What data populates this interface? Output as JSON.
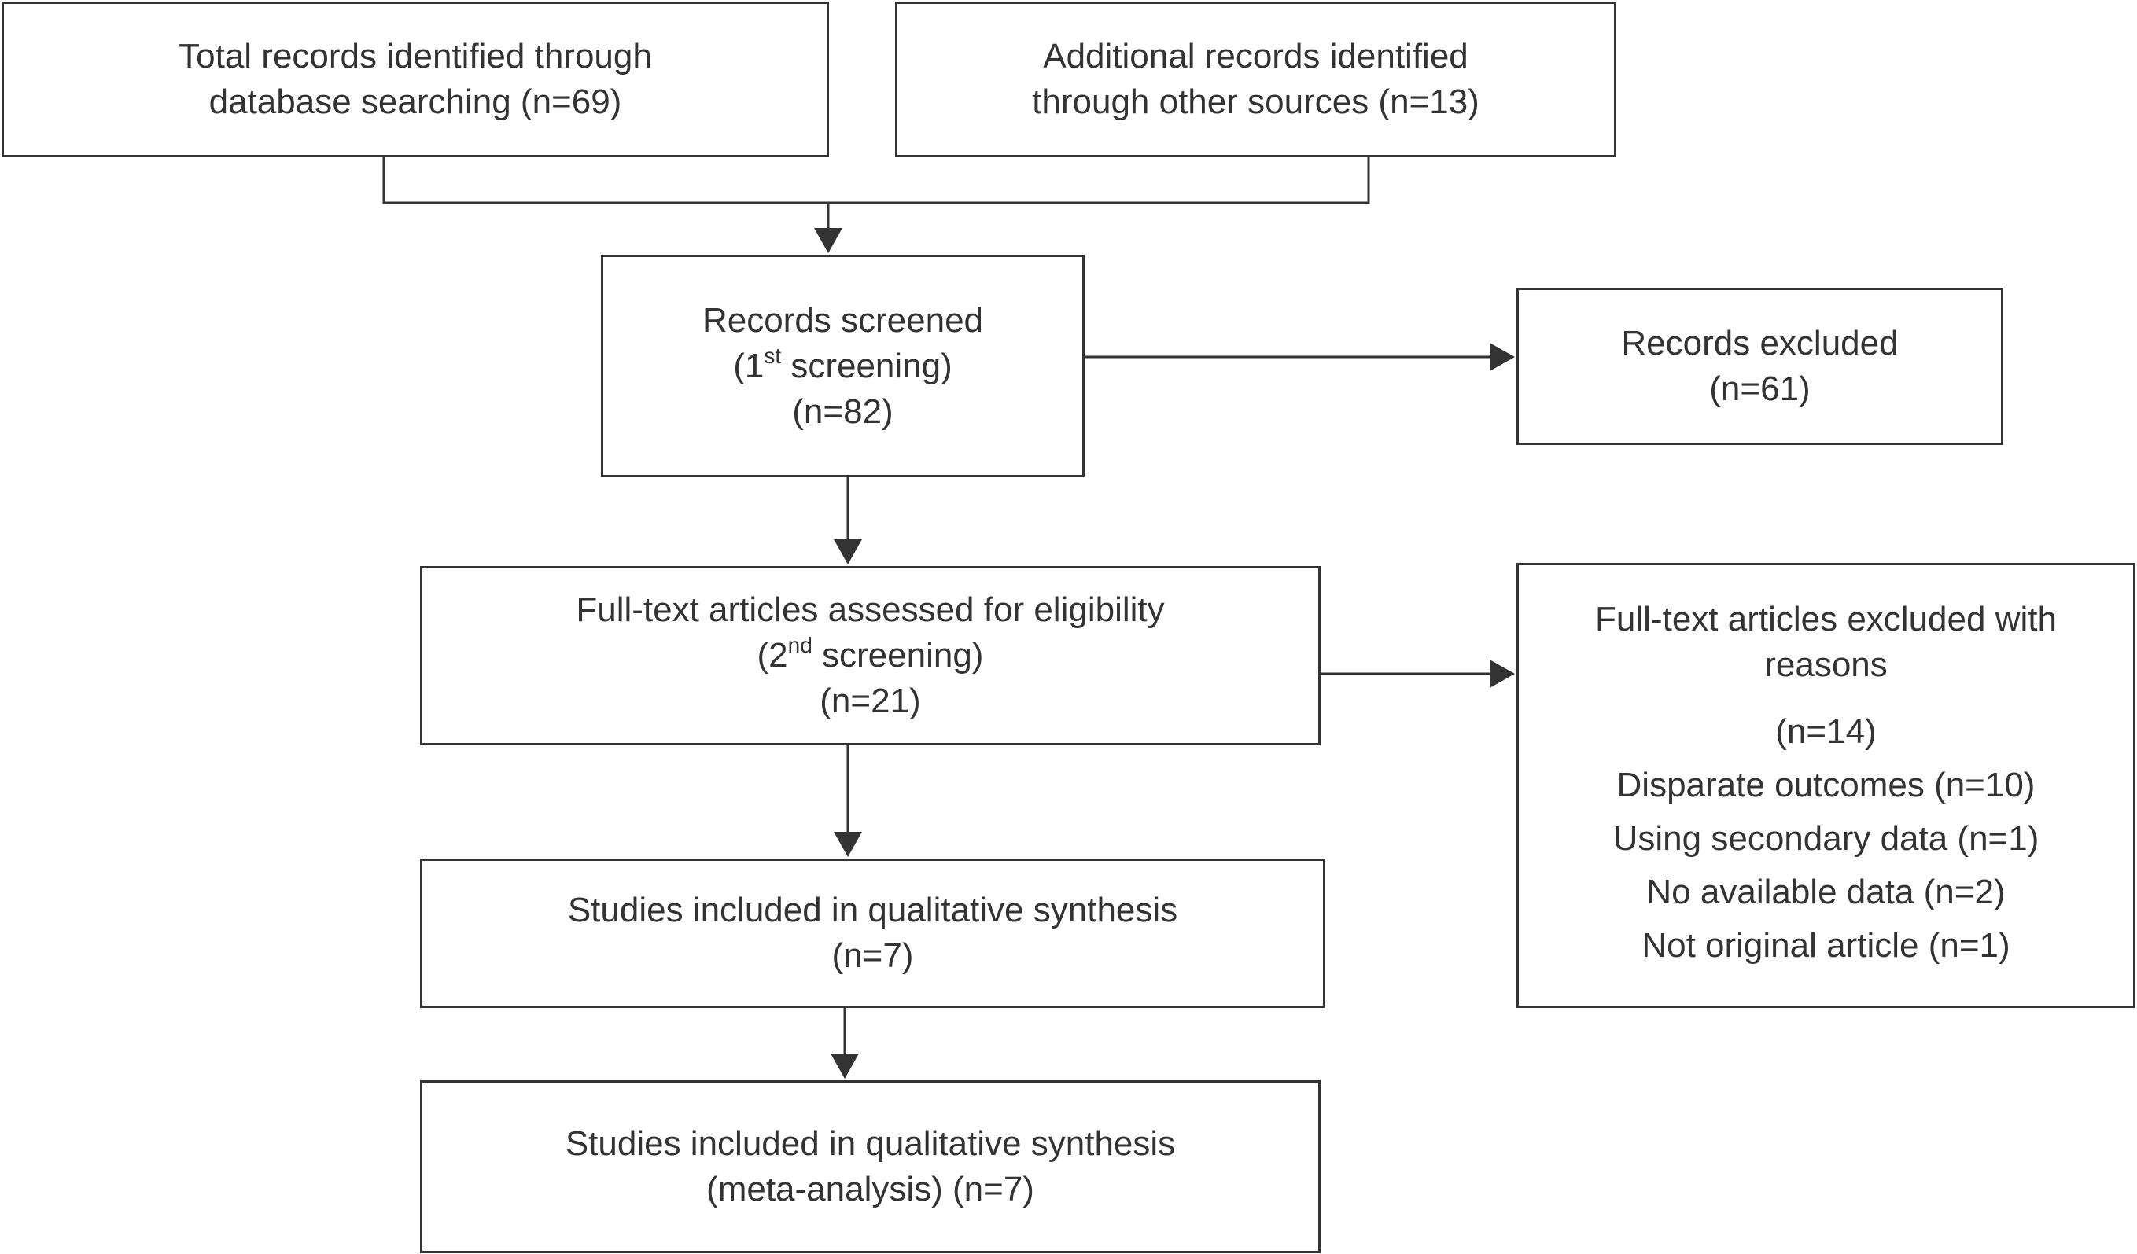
{
  "box1": {
    "line1": "Total records identified through",
    "line2": "database searching (n=69)"
  },
  "box2": {
    "line1": "Additional records identified",
    "line2": "through other sources (n=13)"
  },
  "box3": {
    "line1": "Records screened",
    "line2_pre": "(1",
    "line2_sup": "st",
    "line2_post": " screening)",
    "line3": "(n=82)"
  },
  "box4": {
    "line1": "Records excluded",
    "line2": "(n=61)"
  },
  "box5": {
    "line1": "Full-text articles assessed for eligibility",
    "line2_pre": "(2",
    "line2_sup": "nd",
    "line2_post": " screening)",
    "line3": "(n=21)"
  },
  "box6": {
    "line1": "Full-text articles excluded with",
    "line2": "reasons",
    "count": "(n=14)",
    "reasons": [
      "Disparate outcomes (n=10)",
      "Using secondary data (n=1)",
      "No available data (n=2)",
      "Not original article (n=1)"
    ]
  },
  "box7": {
    "line1": "Studies included in qualitative synthesis",
    "line2": "(n=7)"
  },
  "box8": {
    "line1": "Studies included in qualitative synthesis",
    "line2": "(meta-analysis) (n=7)"
  },
  "colors": {
    "stroke": "#333333",
    "background": "#ffffff"
  }
}
